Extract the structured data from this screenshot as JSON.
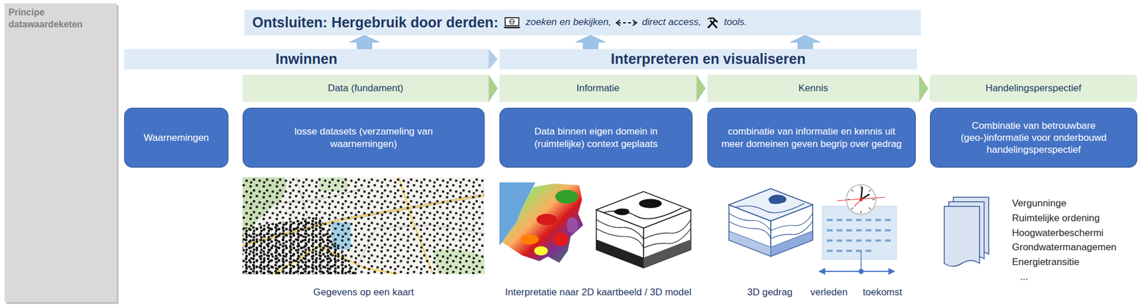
{
  "diagram": {
    "title": "Principe datawaardeketen",
    "nodes": [
      {
        "text": [
          "Ontsluiten: Hergebruik door derden:",
          "zoeken en bekijken,",
          "direct access,",
          "tools."
        ]
      },
      {
        "text": [
          "Inwinnen"
        ]
      },
      {
        "text": [
          "Interpreteren en visualiseren"
        ]
      },
      {
        "text": [
          "Data (fundament)"
        ]
      },
      {
        "text": [
          "Informatie"
        ]
      },
      {
        "text": [
          "Kennis"
        ]
      },
      {
        "text": [
          "Handelingsperspectief"
        ]
      },
      {
        "text": [
          "Waarnemingen"
        ]
      },
      {
        "text": [
          "losse datasets (verzameling van waarnemingen)"
        ]
      },
      {
        "text": [
          "Data binnen eigen domein in (ruimtelijke) context geplaats"
        ]
      },
      {
        "text": [
          "combinatie van informatie en kennis uit meer domeinen geven begrip over gedrag"
        ]
      },
      {
        "text": [
          "Combinatie van betrouwbare (geo-)informatie voor onderbouwd handelingsperspectief"
        ]
      }
    ],
    "edges": [
      {
        "from": 1,
        "to": 0,
        "arrow": "to"
      },
      {
        "from": 2,
        "to": 0,
        "arrow": "to"
      },
      {
        "from": 2,
        "to": 0,
        "arrow": "to"
      }
    ],
    "labels": [
      "Gegevens op een kaart",
      "Interpretatie naar 2D kaartbeeld / 3D model",
      "3D gedrag",
      "verleden",
      "toekomst",
      "Vergunninge",
      "Ruimtelijke ordening",
      "Hoogwaterbeschermi",
      "Grondwatermanagemen",
      "Energietransitie",
      "..."
    ]
  }
}
